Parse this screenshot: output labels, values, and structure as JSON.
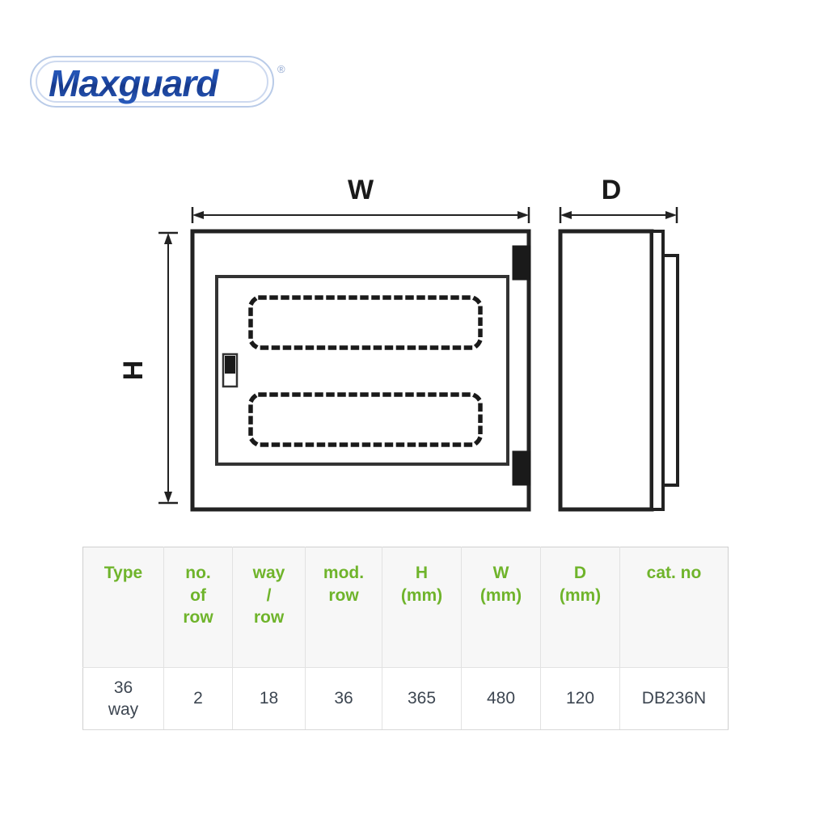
{
  "brand": {
    "name": "Maxguard",
    "registered_mark": "®",
    "text_color": "#1f4fad",
    "outline_color": "#9fb7e4"
  },
  "drawing": {
    "front_view": {
      "name": "front-view",
      "dimension_width_label": "W",
      "dimension_height_label": "H",
      "hinges": 2,
      "latches": 1,
      "din_rail_rows": 2
    },
    "side_view": {
      "name": "side-view",
      "dimension_depth_label": "D"
    },
    "line_color": "#222222"
  },
  "table": {
    "name": "specification-table",
    "header_color": "#6fb42b",
    "header_bg": "#f7f7f7",
    "columns": [
      {
        "lines": [
          "Type"
        ]
      },
      {
        "lines": [
          "no.",
          "of",
          "row"
        ]
      },
      {
        "lines": [
          "way",
          "/",
          "row"
        ]
      },
      {
        "lines": [
          "mod.",
          "row"
        ]
      },
      {
        "lines": [
          "H",
          "(mm)"
        ]
      },
      {
        "lines": [
          "W",
          "(mm)"
        ]
      },
      {
        "lines": [
          "D",
          "(mm)"
        ]
      },
      {
        "lines": [
          "cat. no"
        ]
      }
    ],
    "rows": [
      {
        "type_lines": [
          "36",
          "way"
        ],
        "no_of_row": "2",
        "way_per_row": "18",
        "mod_row": "36",
        "h_mm": "365",
        "w_mm": "480",
        "d_mm": "120",
        "cat_no": "DB236N"
      }
    ]
  }
}
